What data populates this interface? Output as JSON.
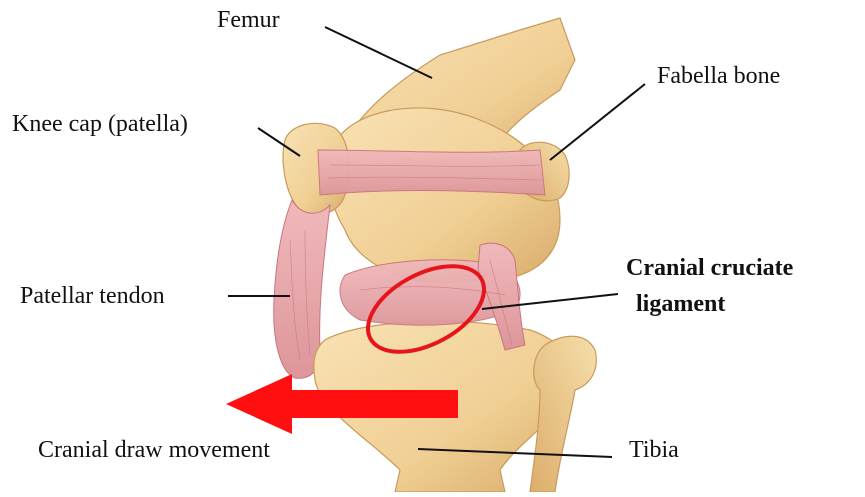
{
  "labels": {
    "femur": "Femur",
    "fabella": "Fabella bone",
    "knee_cap": "Knee cap (patella)",
    "patellar_tendon": "Patellar tendon",
    "ccl_line1": "Cranial cruciate",
    "ccl_line2": "ligament",
    "cranial_draw": "Cranial draw movement",
    "tibia": "Tibia"
  },
  "colors": {
    "bone": "#f2d39c",
    "bone_shadow": "#d9b070",
    "ligament": "#e8a5a8",
    "ligament_line": "#c9747d",
    "highlight": "#e8141b",
    "arrow": "#ff0f0f",
    "leader": "#111111"
  },
  "icons": {
    "arrow": "left-arrow-icon",
    "ring": "ellipse-highlight"
  }
}
